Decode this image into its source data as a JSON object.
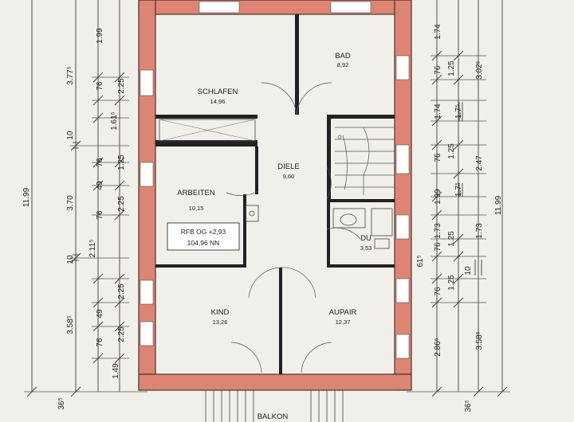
{
  "rooms": {
    "schlafen": {
      "name": "SCHLAFEN",
      "area": "14,96"
    },
    "bad": {
      "name": "BAD",
      "area": "8,92"
    },
    "diele": {
      "name": "DIELE",
      "area": "9,60"
    },
    "arbeiten": {
      "name": "ARBEITEN",
      "area": "10,15"
    },
    "du": {
      "name": "DU",
      "area": "3,53"
    },
    "kind": {
      "name": "KIND",
      "area": "13,26"
    },
    "aupair": {
      "name": "AUPAIR",
      "area": "12,37"
    }
  },
  "level_box": {
    "line1": "RFB OG +2,93",
    "line2": "104,96 NN"
  },
  "balcony_label": "BALKON",
  "dimensions_left": {
    "overall": "11.99",
    "mid": [
      "3.77⁵",
      "3.70",
      "2.11⁵",
      "3.58⁵"
    ],
    "tens": [
      "10",
      "10"
    ],
    "inner": [
      "1.99",
      "76",
      "1.61⁵",
      "76",
      "49",
      "76",
      "49",
      "76",
      "1.49",
      "36⁵"
    ],
    "outer": [
      "2.25",
      "1.25",
      "2.25",
      "2.25",
      "2.25"
    ]
  },
  "dimensions_right": {
    "overall": "11.99",
    "outer": [
      "1.74",
      "1.25",
      "1.74",
      "1.25",
      "1.99",
      "1.25",
      "1.73",
      "1.25",
      "2.86⁵",
      "36⁵"
    ],
    "inner": [
      "76",
      "1.7⁵",
      "76",
      "1.7⁵",
      "76",
      "76"
    ],
    "mid": [
      "3.02⁵",
      "2.47",
      "1.73",
      "61⁵",
      "10",
      "3.58⁵"
    ]
  },
  "colors": {
    "wall": "#de8472",
    "paper": "#f1efe9",
    "ink": "#1c1c1c"
  }
}
